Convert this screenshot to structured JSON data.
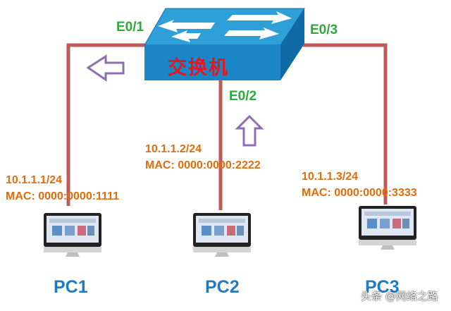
{
  "colors": {
    "link": "#c05a58",
    "port_label": "#2eaa3a",
    "pc_info": "#e36c0a",
    "pc_name": "#1e7bc6",
    "arrow": "#8e6fb4",
    "switch_top": "#2f9fd8",
    "switch_front": "#1a86c8",
    "switch_label": "#e8161c"
  },
  "switch": {
    "label": "交换机",
    "icon": "network-switch-icon"
  },
  "ports": {
    "p1": "E0/1",
    "p2": "E0/2",
    "p3": "E0/3"
  },
  "pcs": [
    {
      "name": "PC1",
      "ip": "10.1.1.1/24",
      "mac": "MAC: 0000:0000:1111"
    },
    {
      "name": "PC2",
      "ip": "10.1.1.2/24",
      "mac": "MAC: 0000:0000:2222"
    },
    {
      "name": "PC3",
      "ip": "10.1.1.3/24",
      "mac": "MAC: 0000:0000:3333"
    }
  ],
  "arrows": [
    {
      "port": "E0/1",
      "direction": "left"
    },
    {
      "port": "E0/2",
      "direction": "up"
    }
  ],
  "watermark": "头条 @网络之路"
}
